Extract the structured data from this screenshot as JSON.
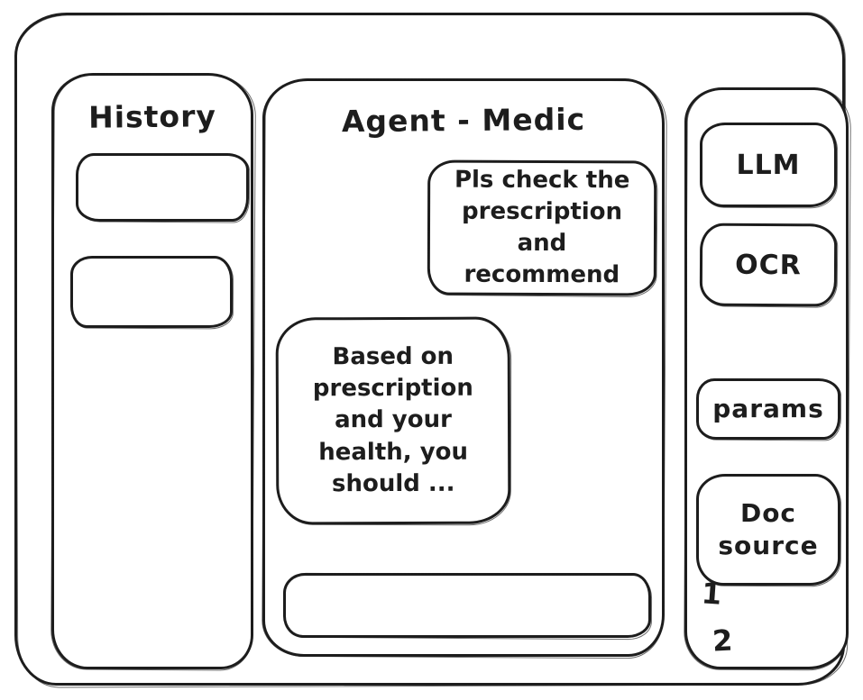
{
  "app": {
    "stroke_color": "#1d1d1d",
    "background_color": "#ffffff"
  },
  "sidebar": {
    "title": "History",
    "items": [
      {
        "label": ""
      },
      {
        "label": ""
      }
    ]
  },
  "chat": {
    "title": "Agent - Medic",
    "messages": [
      {
        "role": "user",
        "text": "Pls check the prescription and recommend"
      },
      {
        "role": "agent",
        "text": "Based on prescription and your health, you should ..."
      }
    ],
    "input": {
      "value": "",
      "placeholder": ""
    }
  },
  "tools": {
    "buttons": [
      {
        "label": "LLM"
      },
      {
        "label": "OCR"
      },
      {
        "label": "params"
      },
      {
        "label": "Doc source"
      }
    ],
    "annotations": [
      "1",
      "2"
    ]
  }
}
